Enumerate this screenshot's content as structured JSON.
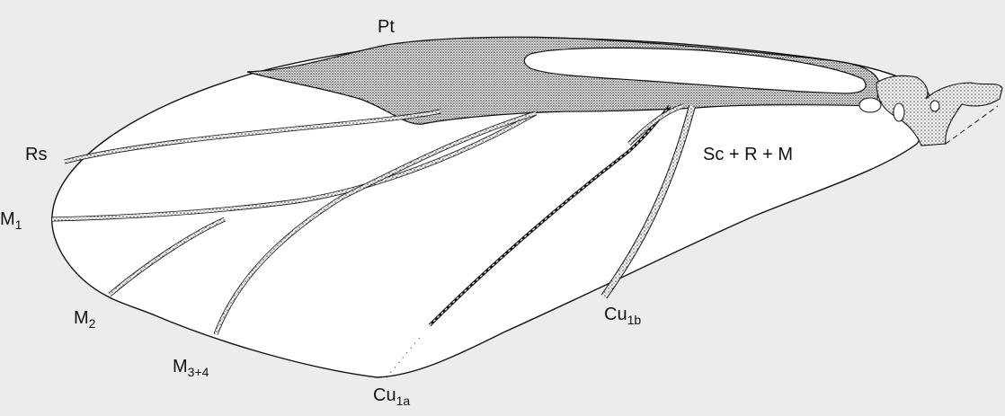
{
  "figure": {
    "background": "#ececec",
    "ink": "#111111",
    "labels": {
      "pt": "Pt",
      "rs": "Rs",
      "sc_r_m": "Sc + R + M",
      "m1": {
        "base": "M",
        "sub": "1"
      },
      "m2": {
        "base": "M",
        "sub": "2"
      },
      "m34": {
        "base": "M",
        "sub": "3+4"
      },
      "cu1a": {
        "base": "Cu",
        "sub": "1a"
      },
      "cu1b": {
        "base": "Cu",
        "sub": "1b"
      }
    }
  }
}
